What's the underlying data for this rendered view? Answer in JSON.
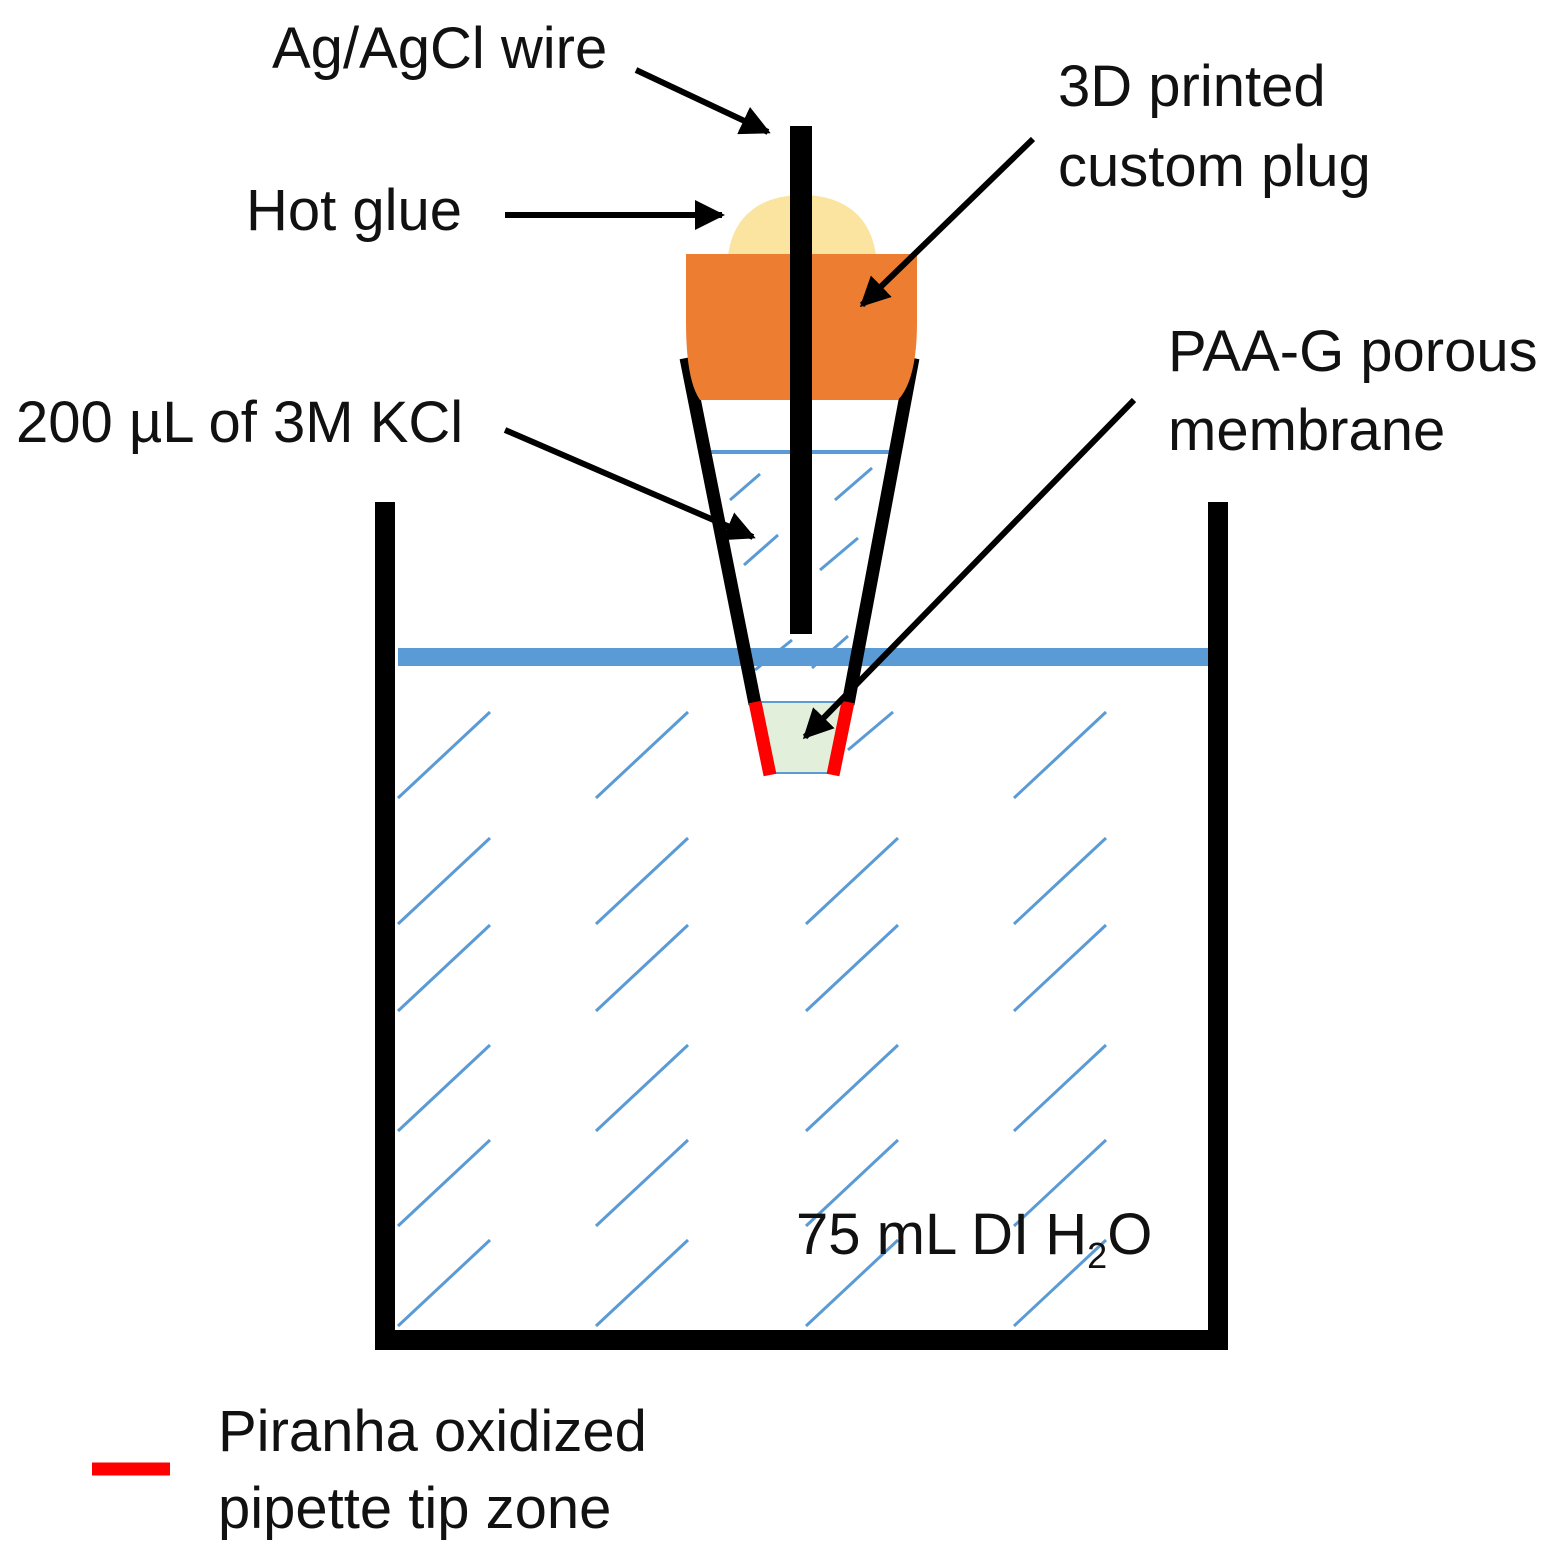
{
  "labels": {
    "wire": "Ag/AgCl wire",
    "glue": "Hot glue",
    "plug_line1": "3D printed",
    "plug_line2": "custom plug",
    "kcl": "200 µL of 3M KCl",
    "membrane_line1": "PAA-G porous",
    "membrane_line2": "membrane",
    "water_prefix": "75 mL DI H",
    "water_subscript": "2",
    "water_suffix": "O",
    "legend_line1": "Piranha oxidized",
    "legend_line2": "pipette tip zone"
  },
  "colors": {
    "outline": "#000000",
    "glue": "#FBE3A0",
    "plug": "#ED7D31",
    "water": "#5B9BD5",
    "membrane": "#E2EFDA",
    "oxidized": "#FF0000"
  }
}
